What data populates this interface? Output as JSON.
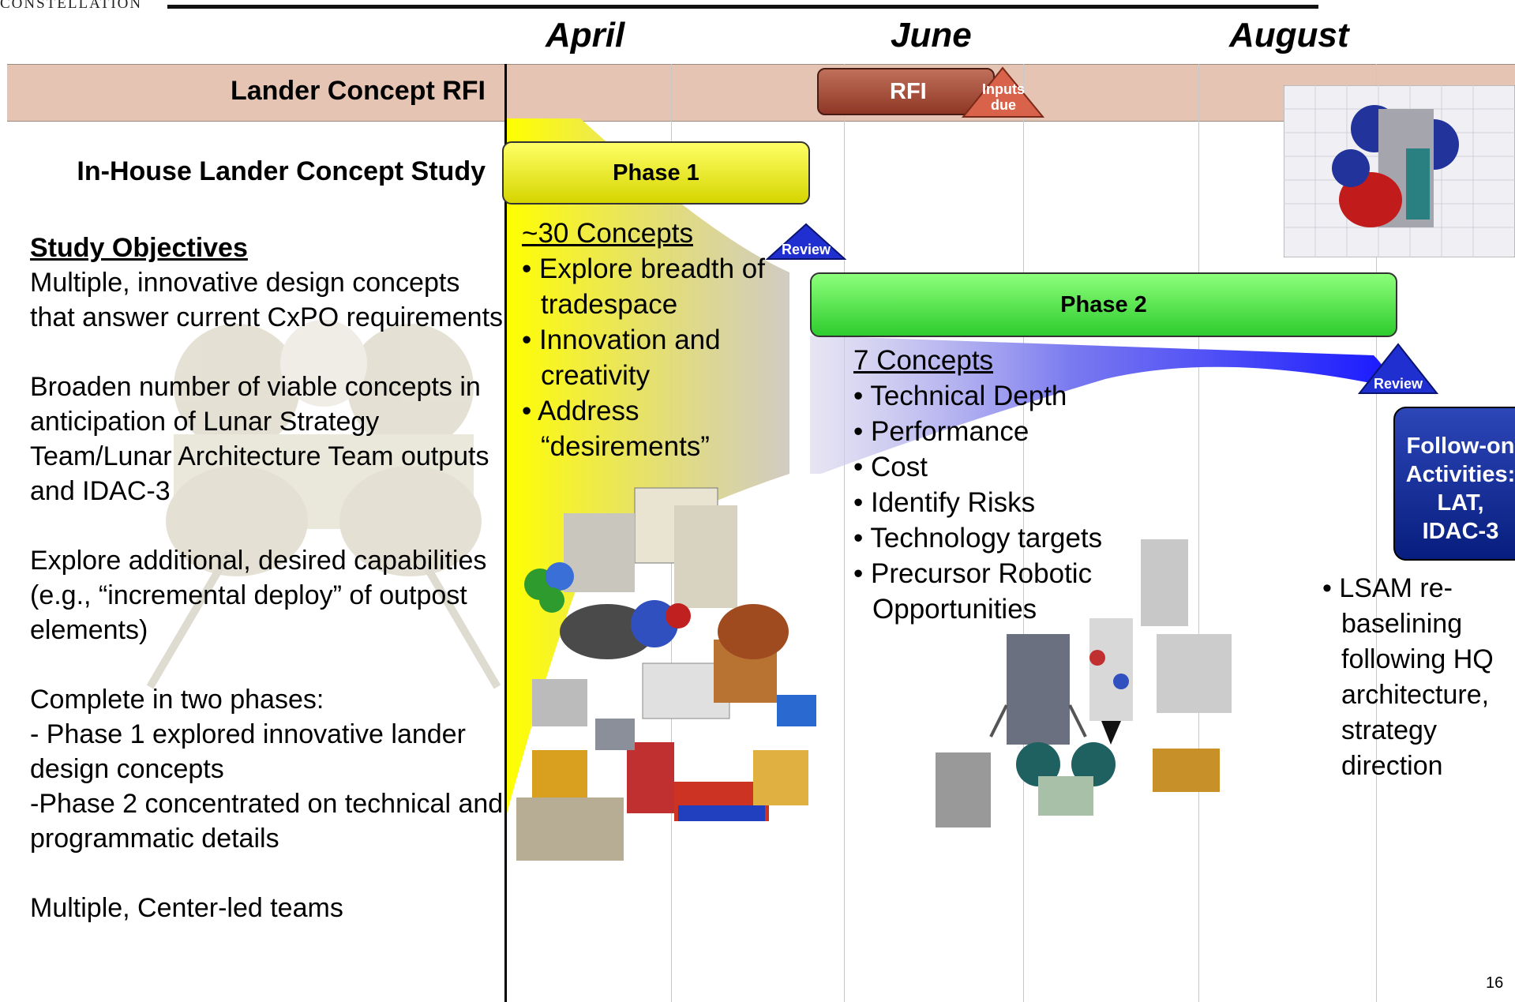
{
  "header": {
    "logo_text": "CONSTELLATION"
  },
  "timeline": {
    "months": [
      "April",
      "June",
      "August"
    ]
  },
  "rows": {
    "rfi_label": "Lander Concept RFI",
    "study_label": "In-House Lander Concept Study"
  },
  "bars": {
    "rfi": "RFI",
    "inputs_due": [
      "Inputs",
      "due"
    ],
    "phase1": "Phase 1",
    "phase2": "Phase 2",
    "review": "Review"
  },
  "objectives": {
    "title": "Study Objectives",
    "paragraph1": "Multiple, innovative design concepts that answer current CxPO requirements",
    "paragraph2": "Broaden number of viable concepts in anticipation of Lunar Strategy Team/Lunar Architecture Team outputs and IDAC-3",
    "paragraph3": "Explore additional, desired capabilities (e.g., “incremental deploy” of outpost elements)",
    "paragraph4_lines": [
      "Complete in two phases:",
      "- Phase 1 explored innovative lander design concepts",
      "-Phase 2 concentrated on technical and programmatic details"
    ],
    "paragraph5": "Multiple, Center-led teams"
  },
  "phase1_details": {
    "header": "~30 Concepts",
    "items": [
      "• Explore breadth of tradespace",
      "• Innovation and creativity",
      "• Address “desirements”"
    ]
  },
  "phase2_details": {
    "header": "7 Concepts",
    "items": [
      "• Technical Depth",
      "• Performance",
      "• Cost",
      "• Identify Risks",
      "• Technology targets",
      "• Precursor Robotic Opportunities"
    ]
  },
  "followon": {
    "lines": [
      "Follow-on",
      "Activities:",
      "LAT,",
      "IDAC-3"
    ]
  },
  "lsam": {
    "item": "• LSAM re-baselining following HQ architecture, strategy direction"
  },
  "page_number": "16",
  "colors": {
    "rfi_band": "#e6c4b4",
    "phase1": "#ffff33",
    "phase2": "#55ee44",
    "review_triangle": "#1f2fd0",
    "followon": "#0a2288"
  }
}
